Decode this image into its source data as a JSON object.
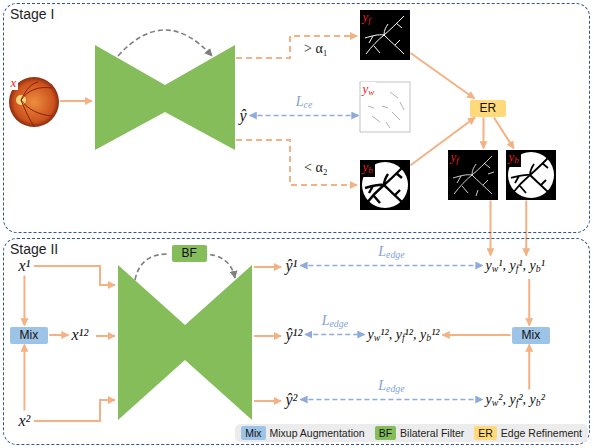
{
  "diagram": {
    "nodes": [
      {
        "text": [
          "Stage I"
        ]
      },
      {
        "text": [
          "x"
        ],
        "in": 0
      },
      {
        "text": [
          "ŷ"
        ],
        "in": 0
      },
      {
        "text": [
          "yf"
        ],
        "in": 0
      },
      {
        "text": [
          "yw"
        ],
        "in": 0
      },
      {
        "text": [
          "yb"
        ],
        "in": 0
      },
      {
        "text": [
          "ER"
        ],
        "in": 0
      },
      {
        "text": [
          "yf"
        ],
        "in": 0
      },
      {
        "text": [
          "yb"
        ],
        "in": 0
      },
      {
        "text": [
          "Stage II"
        ]
      },
      {
        "text": [
          "x¹"
        ],
        "in": 9
      },
      {
        "text": [
          "Mix"
        ],
        "in": 9
      },
      {
        "text": [
          "x²"
        ],
        "in": 9
      },
      {
        "text": [
          "x¹²"
        ],
        "in": 9
      },
      {
        "text": [
          "BF"
        ],
        "in": 9
      },
      {
        "text": [
          "ŷ¹"
        ],
        "in": 9
      },
      {
        "text": [
          "ŷ¹²"
        ],
        "in": 9
      },
      {
        "text": [
          "ŷ²"
        ],
        "in": 9
      },
      {
        "text": [
          "yw¹, yf¹, yb¹"
        ],
        "in": 9
      },
      {
        "text": [
          "yw¹², yf¹², yb¹²"
        ],
        "in": 9
      },
      {
        "text": [
          "Mix"
        ],
        "in": 9
      },
      {
        "text": [
          "yw², yf², yb²"
        ],
        "in": 9
      }
    ],
    "edges": [
      {
        "from": 2,
        "to": 4,
        "label": "Lce",
        "arrow": "both"
      },
      {
        "from": 3,
        "to": 6,
        "arrow": "to"
      },
      {
        "from": 5,
        "to": 6,
        "arrow": "to"
      },
      {
        "from": 6,
        "to": 7,
        "arrow": "to"
      },
      {
        "from": 6,
        "to": 8,
        "arrow": "to"
      },
      {
        "from": 7,
        "to": 18,
        "arrow": "to"
      },
      {
        "from": 8,
        "to": 18,
        "arrow": "to"
      },
      {
        "from": 10,
        "to": 11,
        "arrow": "to"
      },
      {
        "from": 12,
        "to": 11,
        "arrow": "to"
      },
      {
        "from": 11,
        "to": 13,
        "arrow": "to"
      },
      {
        "from": 15,
        "to": 18,
        "label": "Ledge",
        "arrow": "both"
      },
      {
        "from": 16,
        "to": 19,
        "label": "Ledge",
        "arrow": "both"
      },
      {
        "from": 17,
        "to": 21,
        "label": "Ledge",
        "arrow": "both"
      },
      {
        "from": 18,
        "to": 20,
        "arrow": "to"
      },
      {
        "from": 21,
        "to": 20,
        "arrow": "to"
      },
      {
        "from": 20,
        "to": 19,
        "arrow": "to"
      }
    ],
    "labels": [
      "> α₁",
      "< α₂",
      "Mix",
      "BF",
      "ER"
    ],
    "legend": [
      {
        "text": "Mixup Augmentation",
        "color": "#9dc3e6"
      },
      {
        "text": "Bilateral Filter",
        "color": "#84bd5a"
      },
      {
        "text": "Edge Refinement",
        "color": "#ffd97a"
      }
    ]
  }
}
